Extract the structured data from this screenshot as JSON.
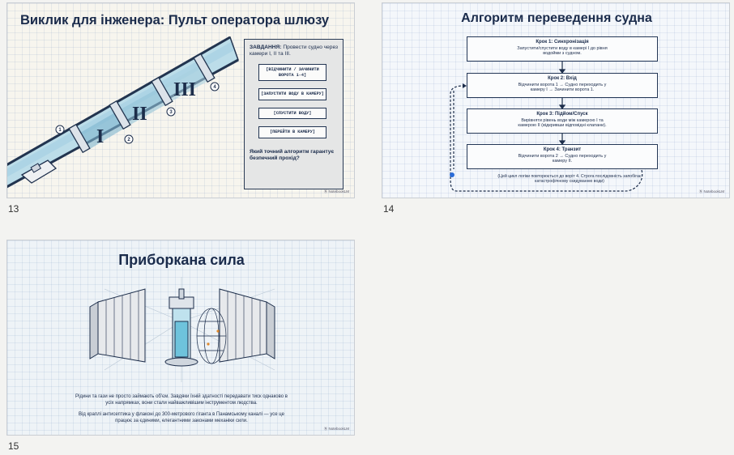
{
  "slides": [
    {
      "number": "13",
      "title": "Виклик для інженера: Пульт оператора шлюзу",
      "task_label": "ЗАВДАННЯ:",
      "task_text": " Провести судно через камери I, II та III.",
      "buttons": [
        "[ВІДЧИНИТИ / ЗАЧИНИТИ ВОРОТА 1-4]",
        "[ЗАПУСТИТИ ВОДУ В КАМЕРУ]",
        "[СПУСТИТИ ВОДУ]",
        "[ПЕРЕЙТИ В КАМЕРУ]"
      ],
      "question": "Який точний алгоритм гарантує безпечний прохід?",
      "chambers": [
        "I",
        "II",
        "III"
      ],
      "gates": [
        "1",
        "2",
        "3",
        "4"
      ],
      "brand": "Ⓝ NotebookLM"
    },
    {
      "number": "14",
      "title": "Алгоритм переведення судна",
      "steps": [
        {
          "title": "Крок 1: Синхронізація",
          "desc": "Запустити/спустити воду в камері I до рівня водойми з судном."
        },
        {
          "title": "Крок 2: Вхід",
          "desc": "Відчинити ворота 1 → Судно переходить у камеру I → Зачинити ворота 1."
        },
        {
          "title": "Крок 3: Підйом/Спуск",
          "desc": "Вирівняти рівень води між камерою I та камерою II (відкривши відповідні клапани)."
        },
        {
          "title": "Крок 4: Транзит",
          "desc": "Відчинити ворота 2 → Судно переходить у камеру II."
        }
      ],
      "note": "(Цей цикл логіки повторюється до воріт 4. Строга послідовність запобігає катастрофічному скидуванню води)",
      "brand": "Ⓝ NotebookLM"
    },
    {
      "number": "15",
      "title": "Приборкана сила",
      "paragraph1": "Рідини та гази не просто займають об'єм. Завдяки їхній здатності передавати тиск однаково в усіх напрямках, вони стали найважливішим інструментом людства.",
      "paragraph2": "Від краплі антисептика у флаконі до 300-метрового гіганта в Панамському каналі — усе це працює за єдиними, елегантними законами механіки сили.",
      "brand": "Ⓝ NotebookLM"
    }
  ],
  "colors": {
    "navy": "#1c2d4a",
    "water": "#9fd3e6",
    "accent_orange": "#e08a2c",
    "panel_gray": "#e5e6e6"
  }
}
